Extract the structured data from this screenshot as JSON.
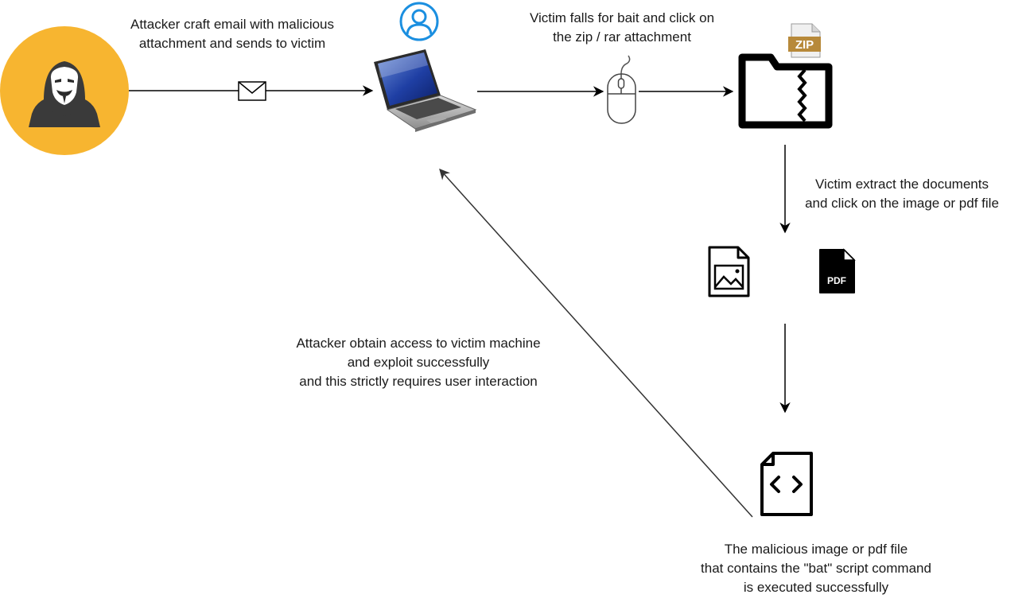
{
  "diagram": {
    "labels": {
      "step1": "Attacker craft email with malicious\nattachment and sends to victim",
      "step2": "Victim falls for bait and click on\nthe zip / rar attachment",
      "step3": "Victim extract the documents\nand click on the image or pdf file",
      "step4": "The malicious image or pdf file\nthat contains the \"bat\" script command\nis executed successfully",
      "step5": "Attacker obtain access to victim machine\nand exploit successfully\nand this strictly requires user interaction"
    },
    "icons": {
      "zip_badge": "ZIP",
      "pdf_badge": "PDF"
    },
    "colors": {
      "attacker_circle": "#f7b530",
      "user_icon": "#1b8fe0",
      "zip_badge": "#b7893a",
      "line": "#000000"
    }
  }
}
